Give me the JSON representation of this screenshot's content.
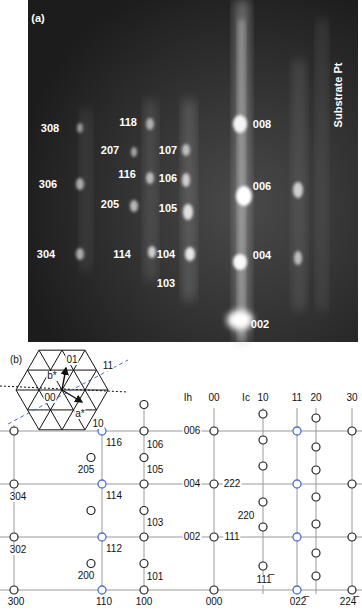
{
  "diagram": {
    "labels": [
      "(a)",
      "308",
      "118",
      "008",
      "207",
      "107",
      "306",
      "116",
      "106",
      "006",
      "205",
      "105",
      "304",
      "114",
      "104",
      "004",
      "103",
      "002",
      "Substrate Pt",
      "(b)",
      "01",
      "b*",
      "00",
      "a*",
      "10",
      "11",
      "Ih",
      "00",
      "Ic",
      "10",
      "11",
      "20",
      "30",
      "116",
      "106",
      "006",
      "205",
      "105",
      "304",
      "114",
      "004",
      "222",
      "103",
      "220",
      "302",
      "112",
      "002",
      "111",
      "101",
      "111̅",
      "200",
      "300",
      "110",
      "100",
      "000",
      "022̅",
      "224̅"
    ]
  }
}
